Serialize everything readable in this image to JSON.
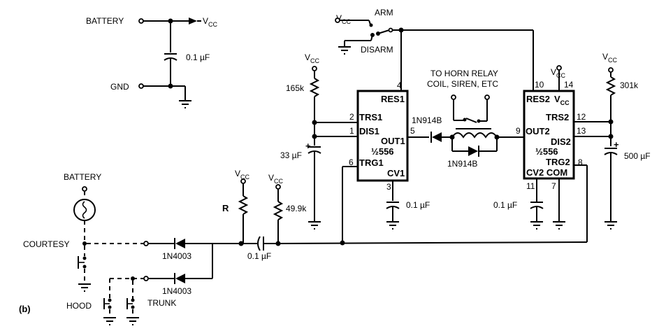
{
  "figure_label": "(b)",
  "supply": {
    "battery": "BATTERY",
    "gnd": "GND",
    "vcc": "V",
    "vcc_sub": "CC",
    "decoupling_cap": "0.1 µF"
  },
  "switch": {
    "arm": "ARM",
    "disarm": "DISARM"
  },
  "timer1": {
    "res": "RES1",
    "trs": "TRS1",
    "dis": "DIS1",
    "out": "OUT1",
    "part": "½556",
    "trg": "TRG1",
    "cv": "CV1",
    "pins": {
      "res": "4",
      "trs": "2",
      "dis": "1",
      "out": "5",
      "trg": "6",
      "cv": "3"
    }
  },
  "timer2": {
    "res": "RES2",
    "vcc": "V",
    "vcc_sub": "CC",
    "trs": "TRS2",
    "out": "OUT2",
    "dis": "DIS2",
    "part": "½556",
    "trg": "TRG2",
    "cv": "CV2",
    "com": "COM",
    "pins": {
      "res": "10",
      "vcc": "14",
      "trs": "12",
      "out": "9",
      "dis": "13",
      "trg": "8",
      "cv": "11",
      "com": "7"
    }
  },
  "components": {
    "r_165k": "165k",
    "c_33uf": "33 µF",
    "r_301k": "301k",
    "c_500uf": "500 µF",
    "c_cv1": "0.1 µF",
    "c_cv2": "0.1 µF",
    "r_r": "R",
    "r_49k9": "49.9k",
    "c_coupling": "0.1 µF",
    "diode_top": "1N914B",
    "diode_bottom": "1N914B",
    "diode_courtesy": "1N4003",
    "diode_hood": "1N4003"
  },
  "relay": {
    "line1": "TO HORN RELAY",
    "line2": "COIL, SIREN, ETC"
  },
  "inputs": {
    "battery": "BATTERY",
    "courtesy": "COURTESY",
    "hood": "HOOD",
    "trunk": "TRUNK",
    "plus": "+"
  }
}
